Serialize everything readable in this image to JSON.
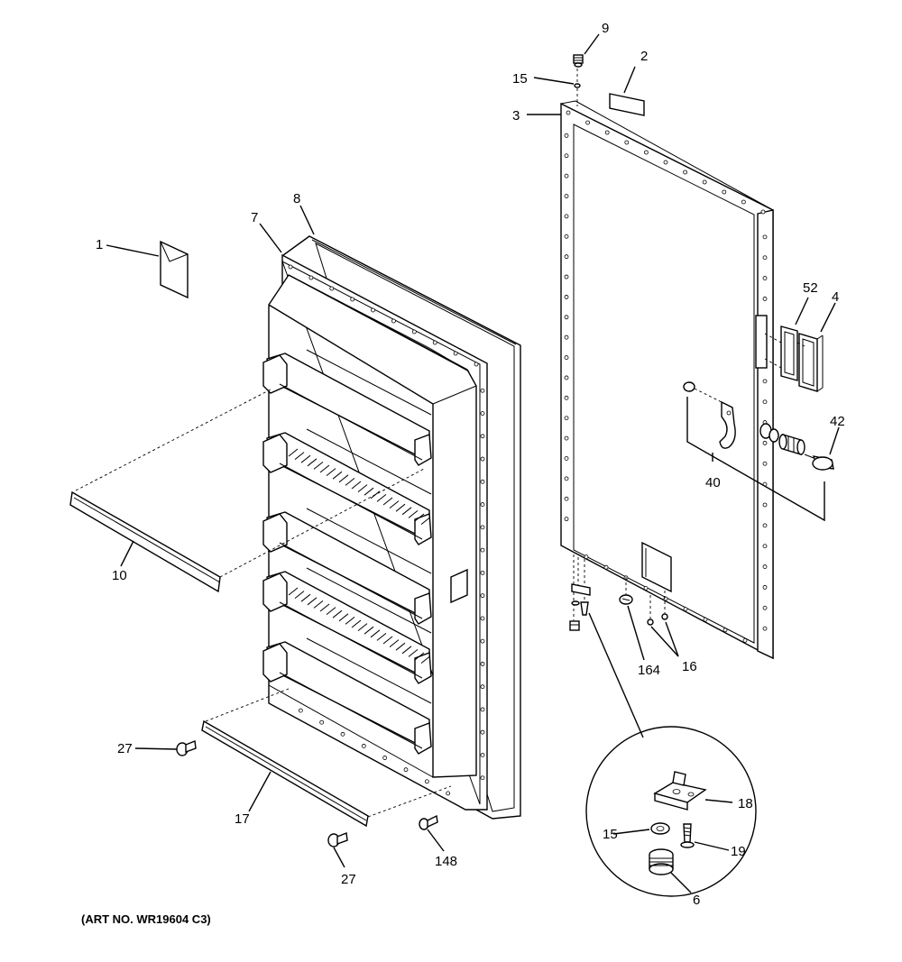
{
  "art_number": "(ART NO. WR19604 C3)",
  "callouts": {
    "c1": "1",
    "c2": "2",
    "c3": "3",
    "c4": "4",
    "c6": "6",
    "c7": "7",
    "c8": "8",
    "c9": "9",
    "c10": "10",
    "c15a": "15",
    "c15b": "15",
    "c16": "16",
    "c17": "17",
    "c18": "18",
    "c19": "19",
    "c27a": "27",
    "c27b": "27",
    "c40": "40",
    "c42": "42",
    "c52": "52",
    "c148": "148",
    "c164": "164"
  }
}
